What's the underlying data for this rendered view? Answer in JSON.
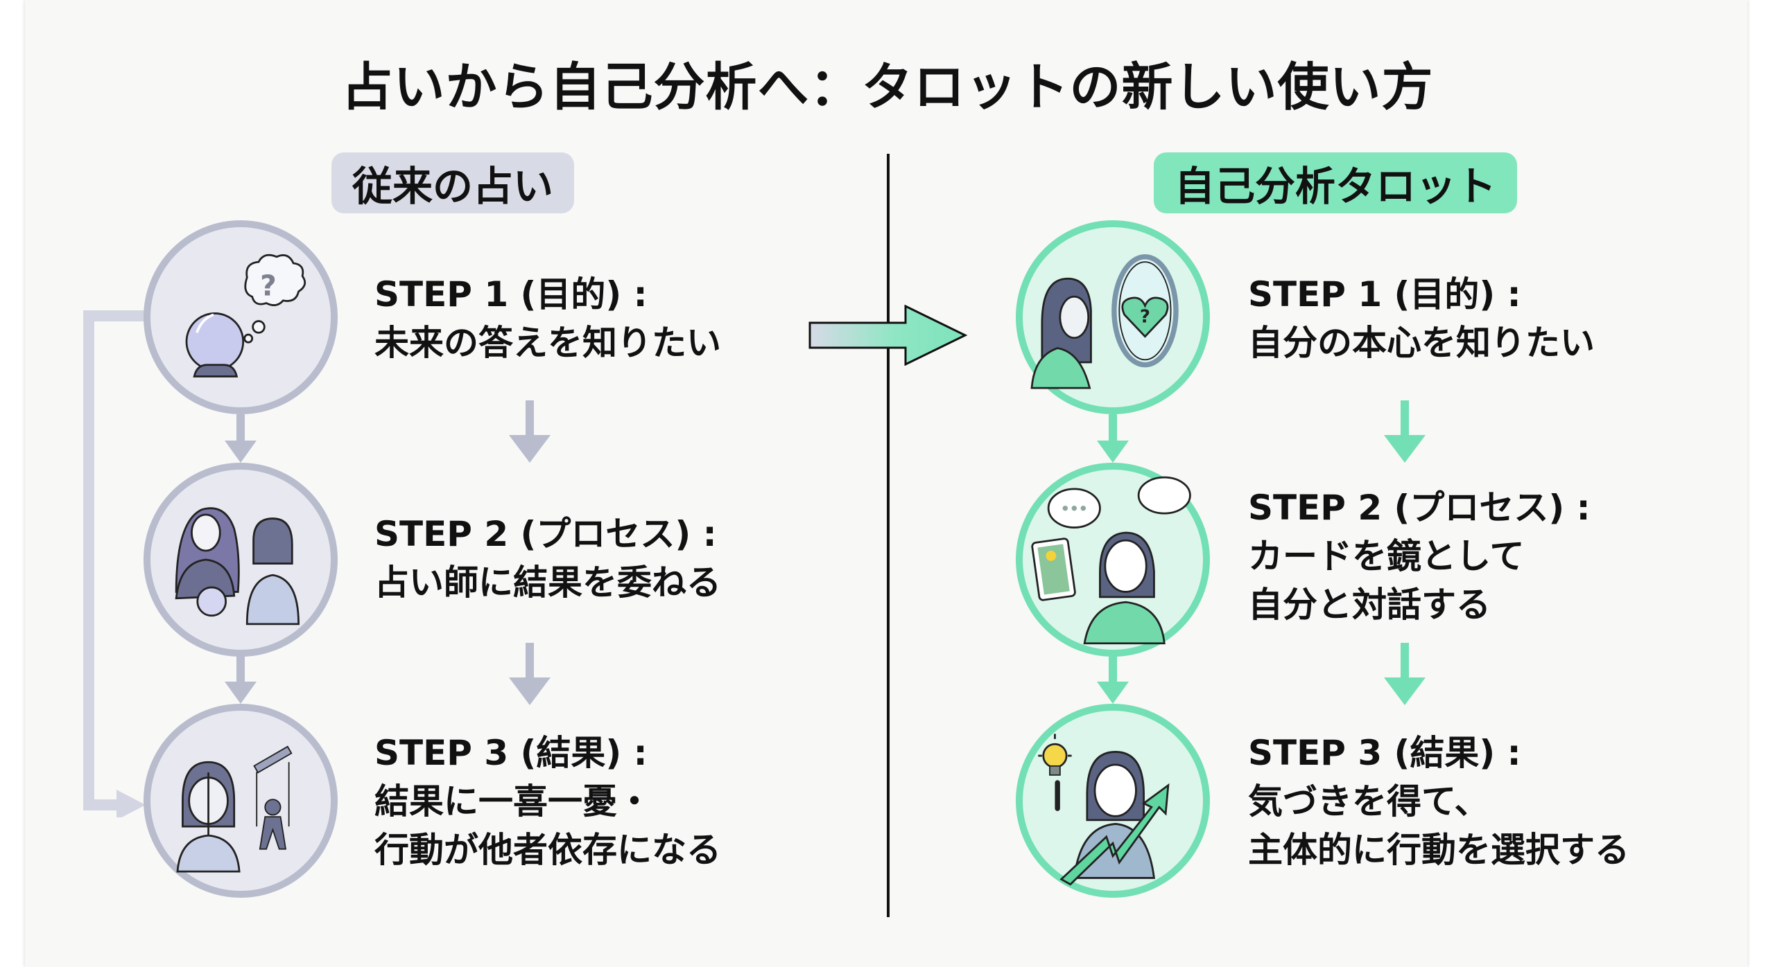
{
  "title": "占いから自己分析へ：タロットの新しい使い方",
  "colors": {
    "traditional_accent": "#b8bccd",
    "traditional_fill": "#e8e9f0",
    "tarot_accent": "#72dfb4",
    "tarot_fill": "#dcf6ec",
    "text": "#111111"
  },
  "left": {
    "header": "従来の占い",
    "steps": [
      {
        "label": "STEP 1 (目的) :",
        "lines": [
          "未来の答えを知りたい"
        ],
        "icon": "crystal-ball-thought-icon"
      },
      {
        "label": "STEP 2 (プロセス) :",
        "lines": [
          "占い師に結果を委ねる"
        ],
        "icon": "fortune-teller-icon"
      },
      {
        "label": "STEP 3 (結果) :",
        "lines": [
          "結果に一喜一憂・",
          "行動が他者依存になる"
        ],
        "icon": "puppet-icon"
      }
    ]
  },
  "right": {
    "header": "自己分析タロット",
    "steps": [
      {
        "label": "STEP 1 (目的) :",
        "lines": [
          "自分の本心を知りたい"
        ],
        "icon": "mirror-heart-icon"
      },
      {
        "label": "STEP 2 (プロセス) :",
        "lines": [
          "カードを鏡として",
          "自分と対話する"
        ],
        "icon": "tarot-dialogue-icon"
      },
      {
        "label": "STEP 3 (結果) :",
        "lines": [
          "気づきを得て、",
          "主体的に行動を選択する"
        ],
        "icon": "lightbulb-growth-icon"
      }
    ]
  }
}
